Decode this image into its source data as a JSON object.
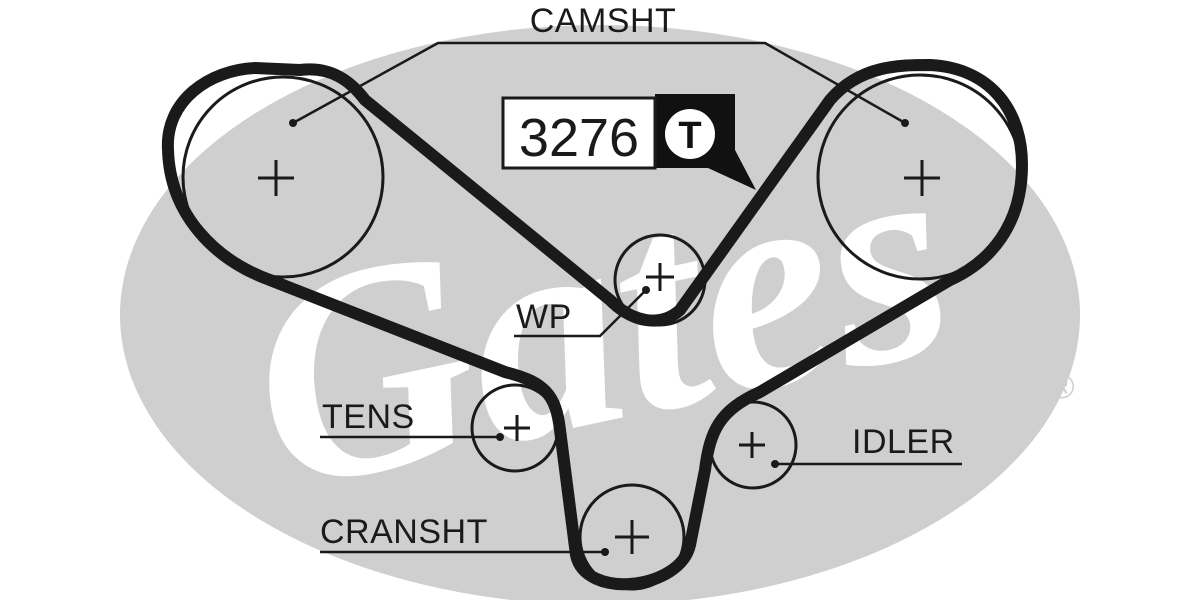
{
  "labels": {
    "camshaft": "CAMSHT",
    "water_pump": "WP",
    "tensioner": "TENS",
    "idler": "IDLER",
    "crankshaft": "CRANSHT"
  },
  "badge": {
    "part_number": "3276",
    "belt_type": "T"
  },
  "watermark": {
    "brand": "Gates",
    "registered_mark": "®"
  },
  "colors": {
    "ink": "#1a1a1a",
    "watermark": "#cfcfcf",
    "background": "#ffffff"
  }
}
